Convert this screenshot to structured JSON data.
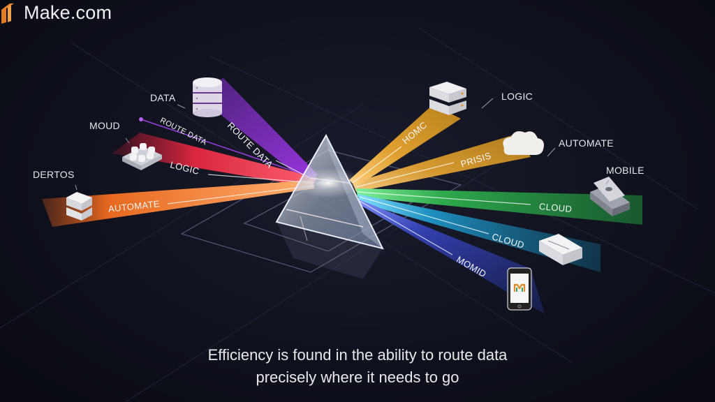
{
  "brand": {
    "name": "Make.com",
    "logo_icon": "make-logo-icon",
    "accent": "#f08a2c"
  },
  "left_nodes": [
    {
      "label": "DATA",
      "icon": "database-icon",
      "beam_label": "ROUTE DATA",
      "beam_color": "#8a2fc9"
    },
    {
      "label": "MOUD",
      "icon": "server-cluster-icon",
      "beam_label": "LOGIC",
      "beam_color": "#d8263e"
    },
    {
      "label": "DERTOS",
      "icon": "server-box-icon",
      "beam_label": "AUTOMATE",
      "beam_color": "#e8691f"
    }
  ],
  "thin_line": {
    "label": "ROUTE DATA",
    "color": "#9b3fe0"
  },
  "right_nodes": [
    {
      "label": "LOGIC",
      "icon": "server-rack-icon",
      "beam_label": "HOMC",
      "beam_color": "#e0a030"
    },
    {
      "label": "AUTOMATE",
      "icon": "cloud-icon",
      "beam_label": "PRISIS",
      "beam_color": "#d9962a"
    },
    {
      "label": "MOBILE",
      "icon": "mobile-device-icon",
      "beam_label": "CLOUD",
      "beam_color": "#2eaa4c"
    },
    {
      "label": "",
      "icon": "storage-box-icon",
      "beam_label": "CLOUD",
      "beam_color": "#1d8fbf"
    },
    {
      "label": "",
      "icon": "smartphone-icon",
      "beam_label": "MOMID",
      "beam_color": "#3240b0"
    }
  ],
  "center": {
    "icon": "prism-icon"
  },
  "caption": {
    "line1": "Efficiency is found in the ability to route data",
    "line2": "precisely where it needs to go"
  }
}
